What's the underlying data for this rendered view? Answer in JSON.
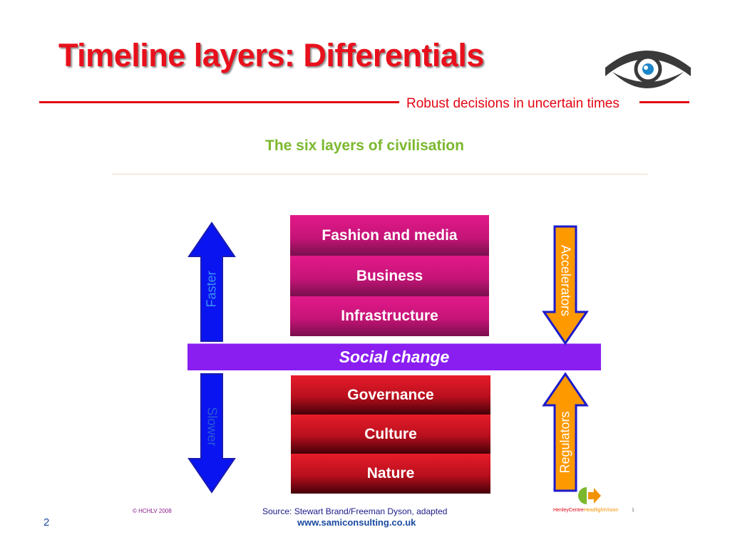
{
  "header": {
    "title": "Timeline layers: Differentials",
    "tagline": "Robust decisions in uncertain times"
  },
  "diagram": {
    "subtitle": "The six layers of civilisation",
    "upper_layers": [
      "Fashion and media",
      "Business",
      "Infrastructure"
    ],
    "middle_layer": "Social change",
    "lower_layers": [
      "Governance",
      "Culture",
      "Nature"
    ],
    "left_arrows": {
      "up_label": "Faster",
      "down_label": "Slower",
      "color": "#0a14f0"
    },
    "right_arrows": {
      "down_label": "Accelerators",
      "up_label": "Regulators",
      "color": "#ff9900",
      "outline": "#1a1acc"
    },
    "colors": {
      "upper": "#d4157f",
      "middle": "#8a1ef0",
      "lower": "#c8101e",
      "title": "#e8101c",
      "subtitle": "#7cb82f"
    }
  },
  "footer": {
    "copyright": "© HCHLV 2008",
    "source": "Source: Stewart Brand/Freeman Dyson, adapted",
    "website": "www.samiconsulting.co.uk",
    "page_number": "2",
    "brand_left": "HenleyCentre",
    "brand_right": "HeadlightVision",
    "brand_page": "1"
  }
}
